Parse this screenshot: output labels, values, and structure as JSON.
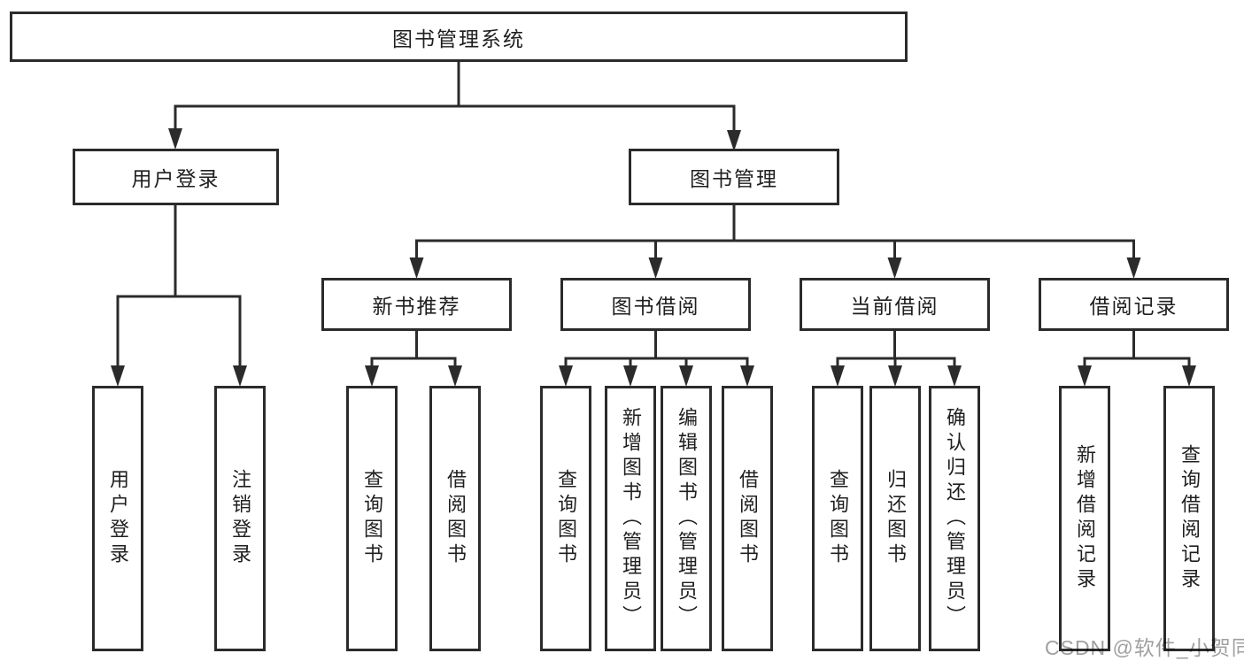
{
  "root_label": "图书管理系统",
  "branches": [
    {
      "label": "用户登录",
      "children": [
        "用户登录",
        "注销登录"
      ]
    },
    {
      "label": "图书管理",
      "modules": [
        {
          "label": "新书推荐",
          "children": [
            "查询图书",
            "借阅图书"
          ]
        },
        {
          "label": "图书借阅",
          "children": [
            "查询图书",
            "新增图书（管理员）",
            "编辑图书（管理员）",
            "借阅图书"
          ]
        },
        {
          "label": "当前借阅",
          "children": [
            "查询图书",
            "归还图书",
            "确认归还（管理员）"
          ]
        },
        {
          "label": "借阅记录",
          "children": [
            "新增借阅记录",
            "查询借阅记录"
          ]
        }
      ]
    }
  ],
  "colors": {
    "line": "#2b2b2b",
    "text": "#1f1f1f",
    "watermark": "#a0a0a2"
  },
  "watermark": "CSDN @软件_小贺同学"
}
